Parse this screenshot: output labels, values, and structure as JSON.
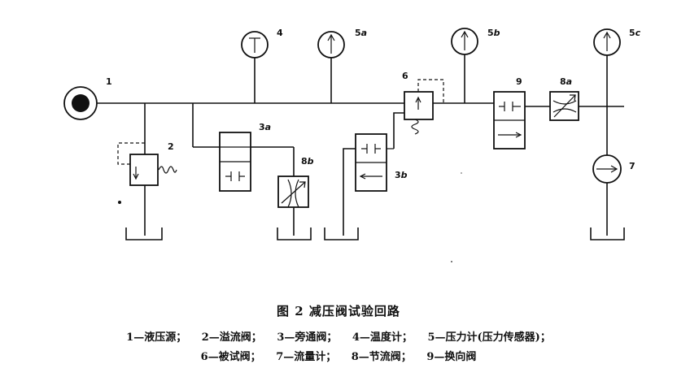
{
  "labels": {
    "pump": "1",
    "relief": "2",
    "bypass": "3",
    "bypass_suffix": "a",
    "bypass_b": "3",
    "bypass_b_suffix": "b",
    "temp": "4",
    "gauge_a": "5",
    "gauge_a_suffix": "a",
    "gauge_b": "5",
    "gauge_b_suffix": "b",
    "gauge_c": "5",
    "gauge_c_suffix": "c",
    "tested": "6",
    "flow": "7",
    "throttle_a": "8",
    "throttle_a_suffix": "a",
    "throttle_b": "8",
    "throttle_b_suffix": "b",
    "reversing": "9"
  },
  "caption": {
    "title": "图 2   减压阀试验回路",
    "legend": [
      "1—液压源；",
      "2—溢流阀；",
      "3—旁通阀；",
      "4—温度计；",
      "5—压力计(压力传感器)；",
      "6—被试阀；",
      "7—流量计；",
      "8—节流阀；",
      "9—换向阀"
    ]
  }
}
